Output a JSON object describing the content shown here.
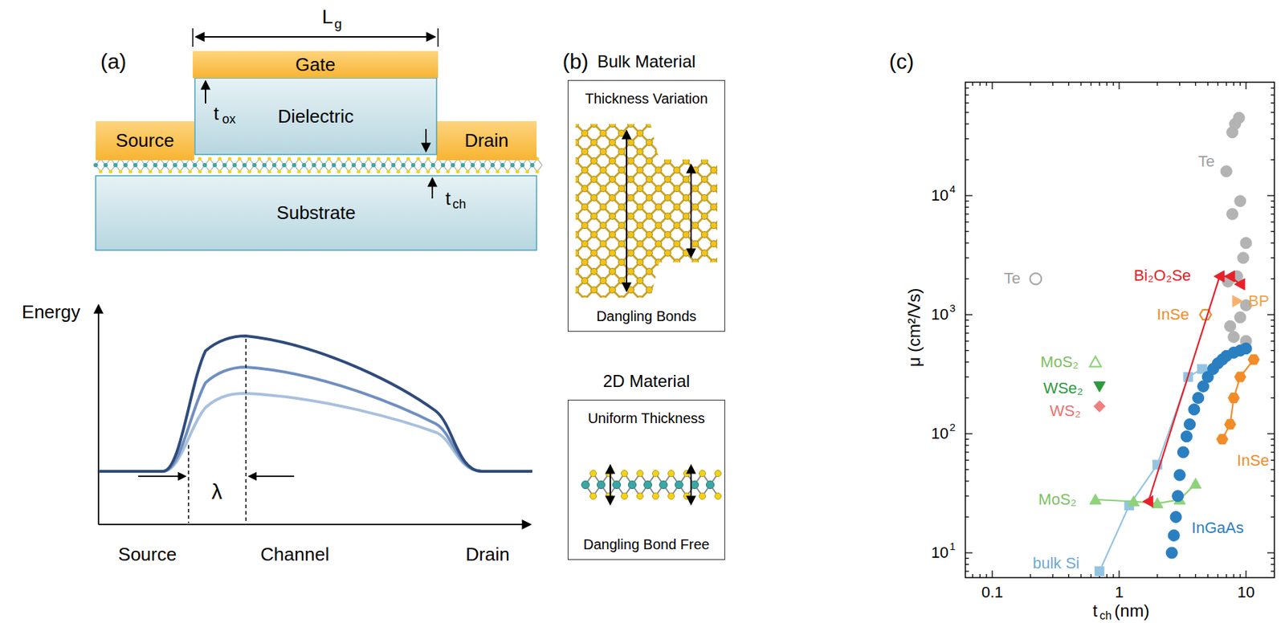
{
  "diagram": {
    "nodes": [
      {
        "text": [
          "Gate"
        ]
      },
      {
        "text": [
          "Dielectric"
        ]
      },
      {
        "text": [
          "Source"
        ]
      },
      {
        "text": [
          "Drain"
        ]
      },
      {
        "text": [
          "Substrate"
        ]
      },
      {
        "text": [
          "Bulk Material",
          "Thickness Variation",
          "Dangling Bonds"
        ]
      },
      {
        "text": [
          "2D Material",
          "Uniform Thickness",
          "Dangling Bond Free"
        ]
      }
    ],
    "labels": [
      "(a)",
      "L",
      "g",
      "t",
      "ox",
      "t",
      "ch",
      "Energy",
      "λ",
      "Source",
      "Channel",
      "Drain",
      "(b)",
      "(c)",
      "μ (cm²/Vs)",
      "t",
      "ch",
      "(nm)",
      "0.1",
      "1",
      "10",
      "10",
      "1",
      "10",
      "2",
      "10",
      "3",
      "10",
      "4",
      "Te",
      "Te",
      "Bi₂O₂Se",
      "InSe",
      "BP",
      "WSe₂",
      "MoS₂",
      "WS₂",
      "MoS₂",
      "InSe",
      "bulk Si",
      "InGaAs"
    ]
  }
}
